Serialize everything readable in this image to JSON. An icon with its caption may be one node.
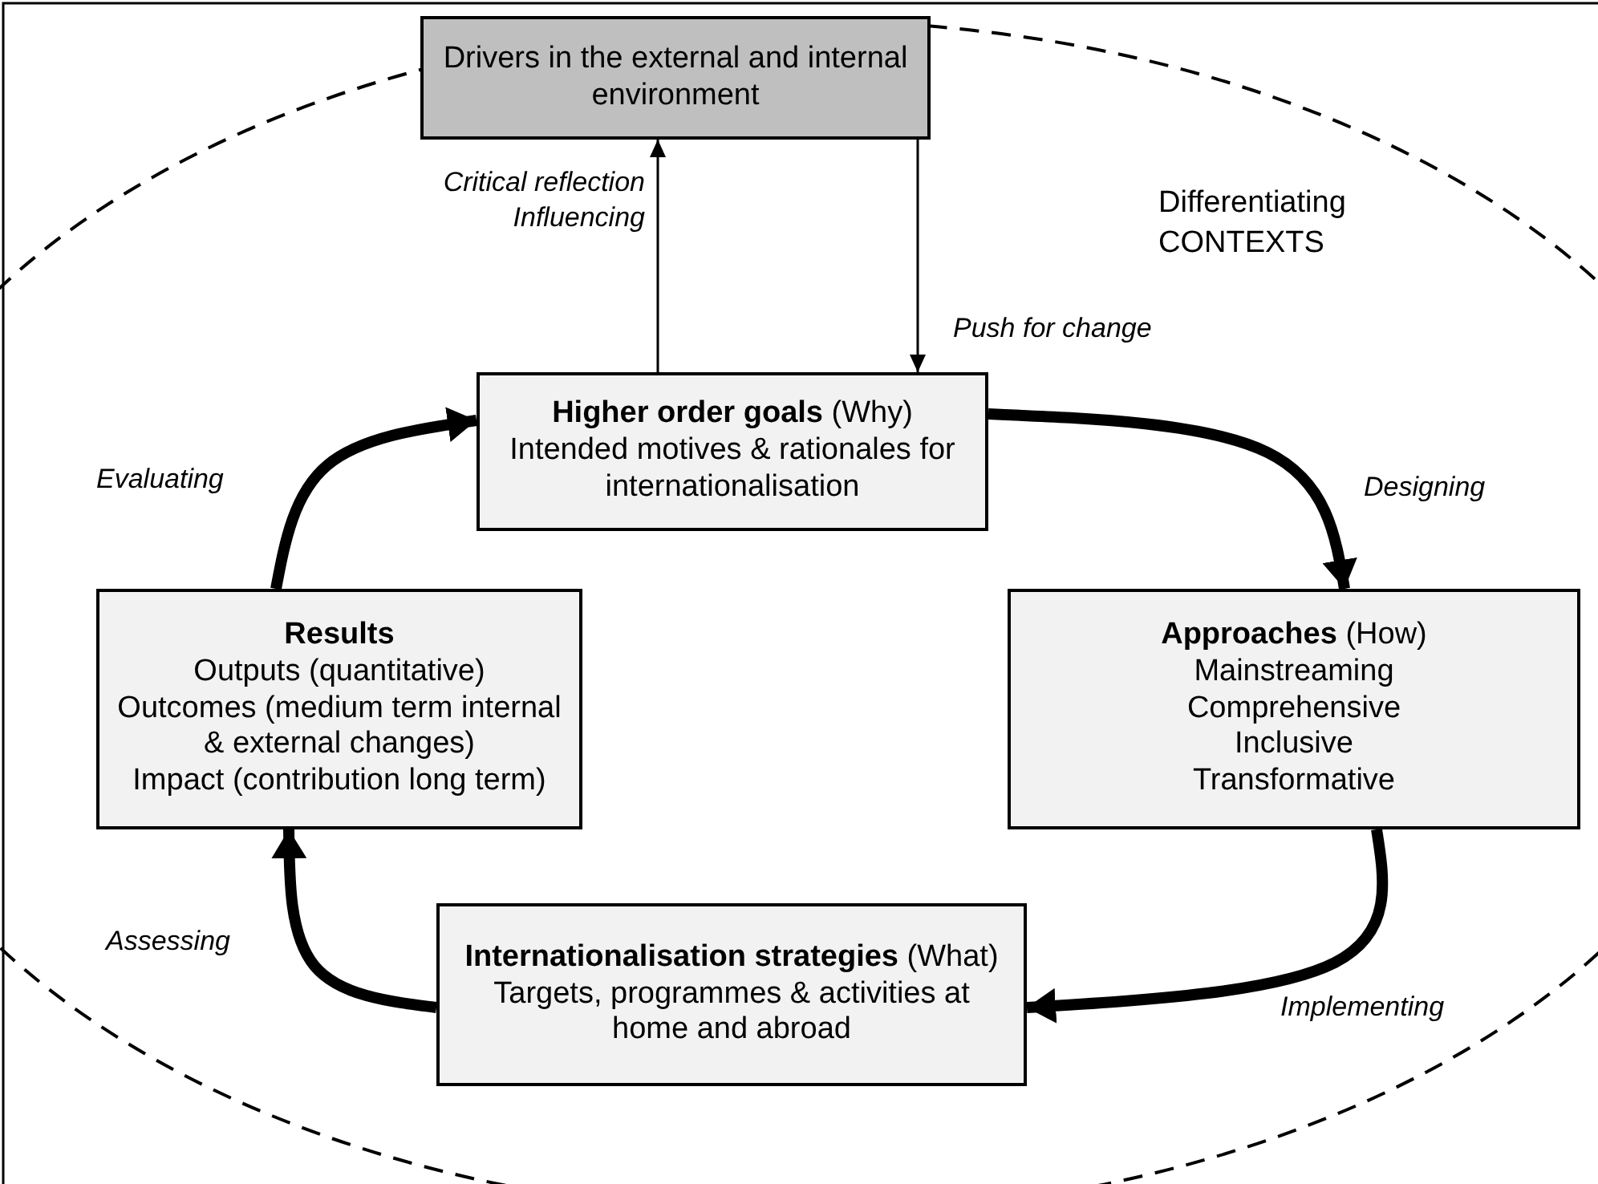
{
  "diagram": {
    "nodes": [
      {
        "text": [
          "Drivers in the external and internal environment"
        ]
      },
      {
        "text": [
          "**Higher order goals** (Why)",
          "Intended motives & rationales for internationalisation"
        ]
      },
      {
        "text": [
          "**Results**",
          "Outputs (quantitative)",
          "Outcomes (medium term internal & external changes)",
          "Impact (contribution long term)"
        ]
      },
      {
        "text": [
          "**Approaches** (How)",
          "Mainstreaming",
          "Comprehensive",
          "Inclusive",
          "Transformative"
        ]
      },
      {
        "text": [
          "**Internationalisation strategies** (What)",
          "Targets, programmes & activities at home and abroad"
        ]
      }
    ],
    "edges": [
      {
        "from": 1,
        "to": 0,
        "arrow": "to",
        "label": "Critical reflection Influencing"
      },
      {
        "from": 0,
        "to": 1,
        "arrow": "to",
        "label": "Push for change"
      },
      {
        "from": 1,
        "to": 3,
        "arrow": "to",
        "label": "Designing"
      },
      {
        "from": 3,
        "to": 4,
        "arrow": "to",
        "label": "Implementing"
      },
      {
        "from": 4,
        "to": 2,
        "arrow": "to",
        "label": "Assessing"
      },
      {
        "from": 2,
        "to": 1,
        "arrow": "to",
        "label": "Evaluating"
      }
    ],
    "labels": [
      "Differentiating CONTEXTS"
    ]
  }
}
